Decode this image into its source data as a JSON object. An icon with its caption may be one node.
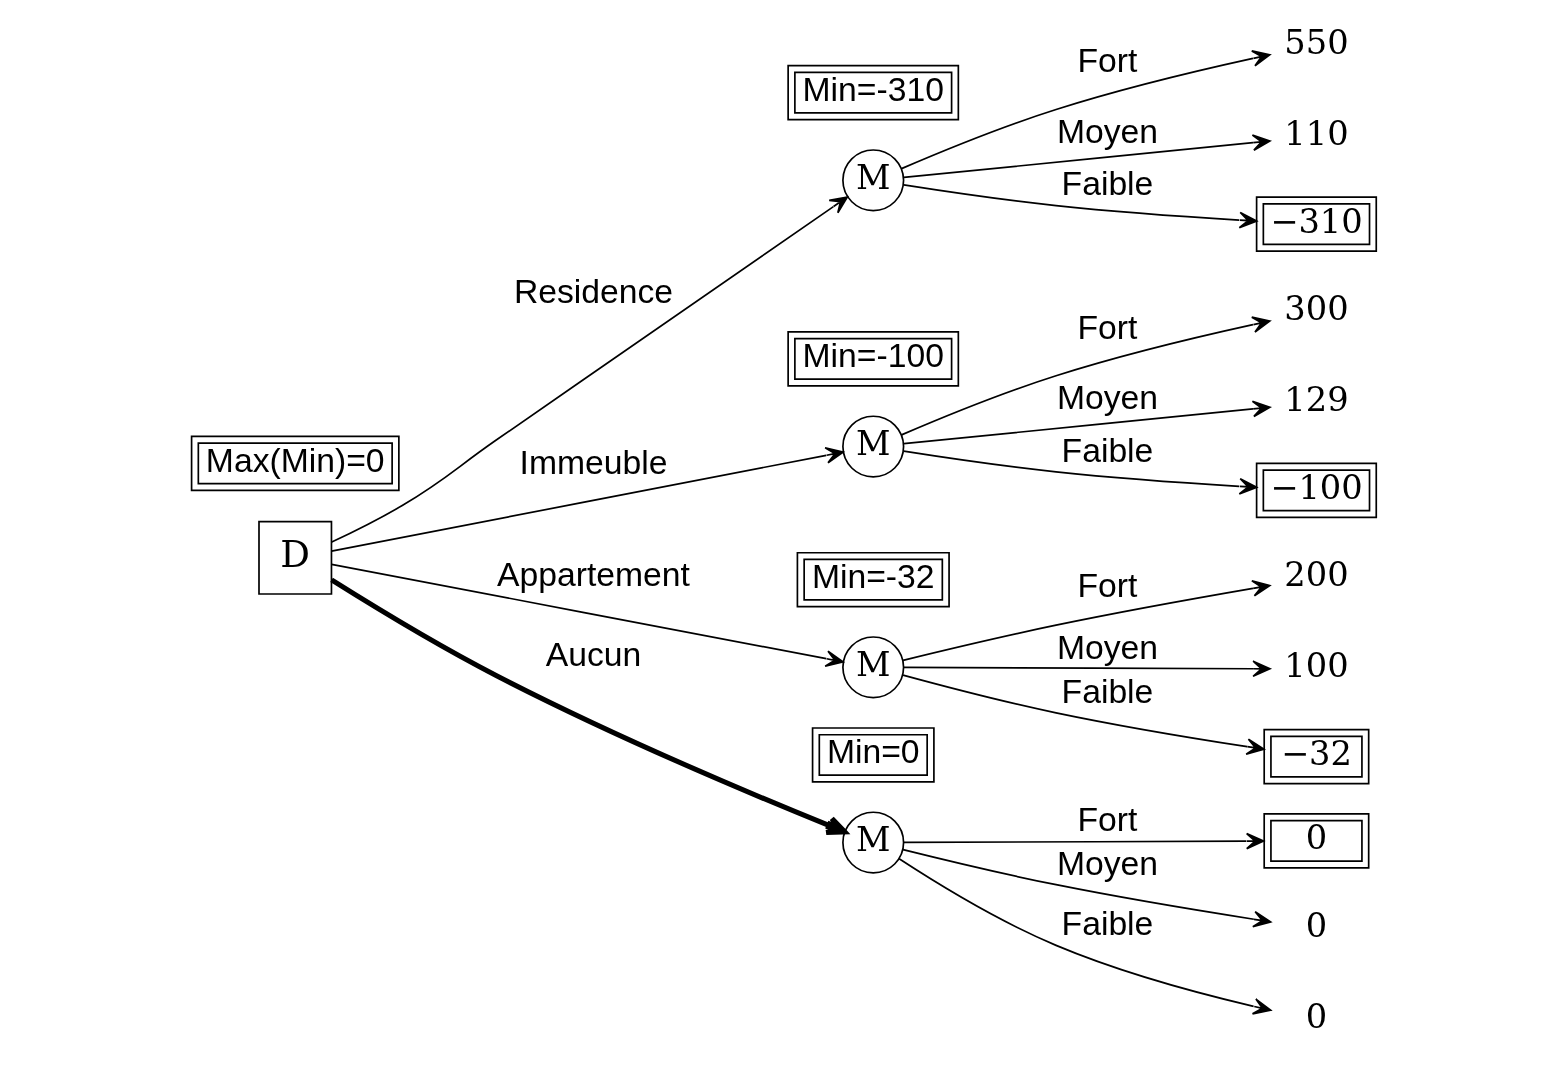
{
  "diagram": {
    "nodes": [
      {
        "text": [
          "Max(Min)=0"
        ]
      },
      {
        "text": [
          "D"
        ]
      },
      {
        "text": [
          "Min=-310"
        ]
      },
      {
        "text": [
          "M"
        ]
      },
      {
        "text": [
          "550"
        ]
      },
      {
        "text": [
          "110"
        ]
      },
      {
        "text": [
          "−310"
        ]
      },
      {
        "text": [
          "Min=-100"
        ]
      },
      {
        "text": [
          "M"
        ]
      },
      {
        "text": [
          "300"
        ]
      },
      {
        "text": [
          "129"
        ]
      },
      {
        "text": [
          "−100"
        ]
      },
      {
        "text": [
          "Min=-32"
        ]
      },
      {
        "text": [
          "M"
        ]
      },
      {
        "text": [
          "200"
        ]
      },
      {
        "text": [
          "100"
        ]
      },
      {
        "text": [
          "−32"
        ]
      },
      {
        "text": [
          "Min=0"
        ]
      },
      {
        "text": [
          "M"
        ]
      },
      {
        "text": [
          "0"
        ]
      },
      {
        "text": [
          "0"
        ]
      },
      {
        "text": [
          "0"
        ]
      }
    ],
    "edges": [
      {
        "from": 1,
        "to": 3,
        "arrow": "to",
        "label": "Residence"
      },
      {
        "from": 1,
        "to": 8,
        "arrow": "to",
        "label": "Immeuble"
      },
      {
        "from": 1,
        "to": 13,
        "arrow": "to",
        "label": "Appartement"
      },
      {
        "from": 1,
        "to": 18,
        "arrow": "to",
        "label": "Aucun",
        "style": "thick"
      },
      {
        "from": 3,
        "to": 4,
        "arrow": "to",
        "label": "Fort"
      },
      {
        "from": 3,
        "to": 5,
        "arrow": "to",
        "label": "Moyen"
      },
      {
        "from": 3,
        "to": 6,
        "arrow": "to",
        "label": "Faible"
      },
      {
        "from": 8,
        "to": 9,
        "arrow": "to",
        "label": "Fort"
      },
      {
        "from": 8,
        "to": 10,
        "arrow": "to",
        "label": "Moyen"
      },
      {
        "from": 8,
        "to": 11,
        "arrow": "to",
        "label": "Faible"
      },
      {
        "from": 13,
        "to": 14,
        "arrow": "to",
        "label": "Fort"
      },
      {
        "from": 13,
        "to": 15,
        "arrow": "to",
        "label": "Moyen"
      },
      {
        "from": 13,
        "to": 16,
        "arrow": "to",
        "label": "Faible"
      },
      {
        "from": 18,
        "to": 19,
        "arrow": "to",
        "label": "Fort"
      },
      {
        "from": 18,
        "to": 20,
        "arrow": "to",
        "label": "Moyen"
      },
      {
        "from": 18,
        "to": 21,
        "arrow": "to",
        "label": "Faible"
      }
    ]
  }
}
